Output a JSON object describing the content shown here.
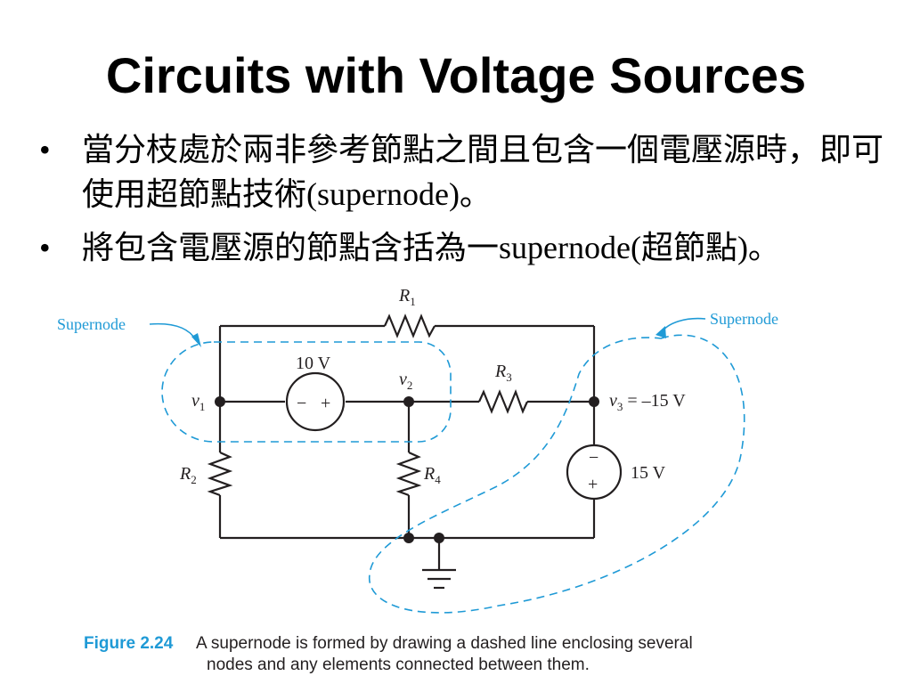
{
  "slide": {
    "title": "Circuits with Voltage Sources",
    "bullets": [
      {
        "marker": "•",
        "text": "當分枝處於兩非參考節點之間且包含一個電壓源時，即可使用超節點技術(supernode)。"
      },
      {
        "marker": "•",
        "text": "將包含電壓源的節點含括為一supernode(超節點)。"
      }
    ]
  },
  "figure": {
    "labels": {
      "r1": "R",
      "r1_sub": "1",
      "r2": "R",
      "r2_sub": "2",
      "r3": "R",
      "r3_sub": "3",
      "r4": "R",
      "r4_sub": "4",
      "v1": "v",
      "v1_sub": "1",
      "v2": "v",
      "v2_sub": "2",
      "v3": "v",
      "v3_sub": "3",
      "v3_value": " = –15 V",
      "src10": "10 V",
      "src10_minus": "−",
      "src10_plus": "+",
      "src15": "15 V",
      "src15_minus": "−",
      "src15_plus": "+",
      "supernode_left": "Supernode",
      "supernode_right": "Supernode"
    },
    "caption": {
      "label": "Figure 2.24",
      "text_line1": "A supernode is formed by drawing a dashed line enclosing several",
      "text_line2": "nodes and any elements connected between them."
    },
    "colors": {
      "accent": "#1f9ad6",
      "wire": "#231f20"
    }
  }
}
